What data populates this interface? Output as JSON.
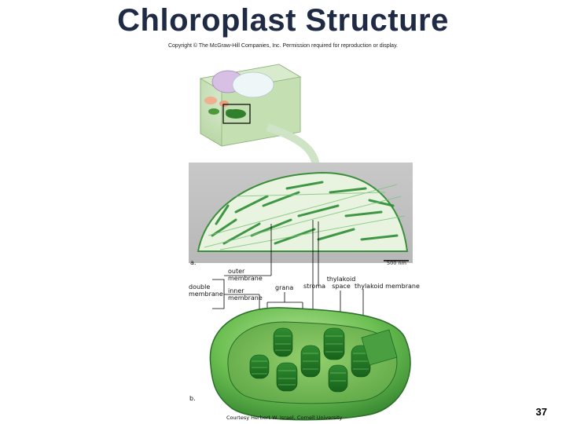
{
  "slide": {
    "title": "Chloroplast Structure",
    "copyright": "Copyright © The McGraw-Hill Companies, Inc. Permission required for reproduction or display.",
    "page_number": "37",
    "credit": "Courtesy Herbert W. Israel, Cornell University"
  },
  "micrograph": {
    "panel_label": "a.",
    "scale_bar": "500 nm"
  },
  "illustration": {
    "panel_label": "b.",
    "labels": {
      "outer_membrane": "outer membrane",
      "double_membrane": "double membrane",
      "inner_membrane": "inner membrane",
      "grana": "grana",
      "stroma": "stroma",
      "thylakoid_space": "thylakoid space",
      "thylakoid_membrane": "thylakoid membrane"
    }
  },
  "colors": {
    "title": "#1f2a44",
    "chloroplast_green": "#3a9a3a",
    "dark_green": "#1e6b25",
    "light_green": "#9fd48a"
  }
}
